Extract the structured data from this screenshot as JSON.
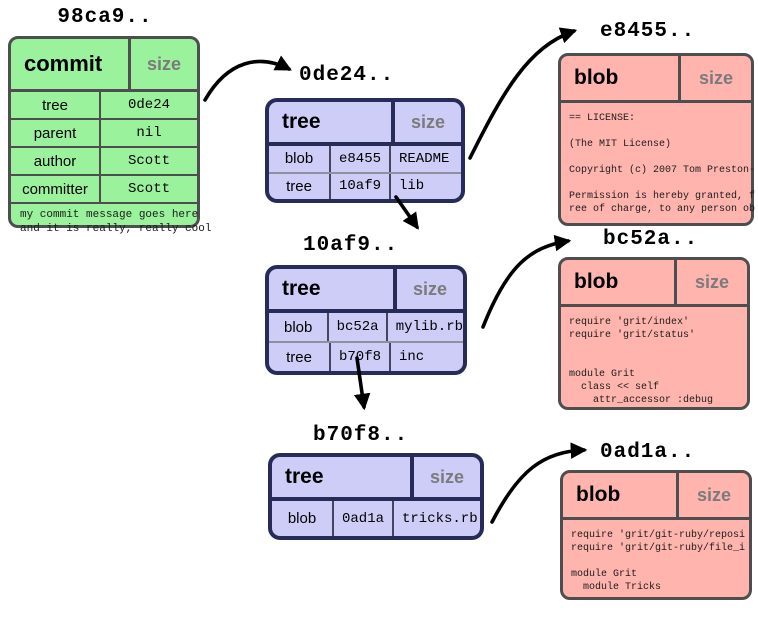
{
  "palette": {
    "commit_fill": "#9BF29C",
    "tree_fill": "#CECDF7",
    "blob_fill": "#FFB5AE",
    "gray_border": "#4e4e4e",
    "tree_border": "#272b58",
    "size_text": "#7b7b7b",
    "arrow": "#000000"
  },
  "commit": {
    "hash_label": "98ca9..",
    "type_label": "commit",
    "size_label": "size",
    "rows": [
      {
        "label": "tree",
        "value": "0de24"
      },
      {
        "label": "parent",
        "value": "nil"
      },
      {
        "label": "author",
        "value": "Scott"
      },
      {
        "label": "committer",
        "value": "Scott"
      }
    ],
    "message": "my commit message goes here\nand it is really, really cool"
  },
  "trees": [
    {
      "hash_label": "0de24..",
      "type_label": "tree",
      "size_label": "size",
      "rows": [
        {
          "type": "blob",
          "hash": "e8455",
          "name": "README"
        },
        {
          "type": "tree",
          "hash": "10af9",
          "name": "lib"
        }
      ]
    },
    {
      "hash_label": "10af9..",
      "type_label": "tree",
      "size_label": "size",
      "rows": [
        {
          "type": "blob",
          "hash": "bc52a",
          "name": "mylib.rb"
        },
        {
          "type": "tree",
          "hash": "b70f8",
          "name": "inc"
        }
      ]
    },
    {
      "hash_label": "b70f8..",
      "type_label": "tree",
      "size_label": "size",
      "rows": [
        {
          "type": "blob",
          "hash": "0ad1a",
          "name": "tricks.rb"
        }
      ]
    }
  ],
  "blobs": [
    {
      "hash_label": "e8455..",
      "type_label": "blob",
      "size_label": "size",
      "content": "== LICENSE:\n\n(The MIT License)\n\nCopyright (c) 2007 Tom Preston-\n\nPermission is hereby granted, f\nree of charge, to any person ob"
    },
    {
      "hash_label": "bc52a..",
      "type_label": "blob",
      "size_label": "size",
      "content": "require 'grit/index'\nrequire 'grit/status'\n\n\nmodule Grit\n  class << self\n    attr_accessor :debug"
    },
    {
      "hash_label": "0ad1a..",
      "type_label": "blob",
      "size_label": "size",
      "content": "require 'grit/git-ruby/reposi\nrequire 'grit/git-ruby/file_i\n\nmodule Grit\n  module Tricks"
    }
  ]
}
